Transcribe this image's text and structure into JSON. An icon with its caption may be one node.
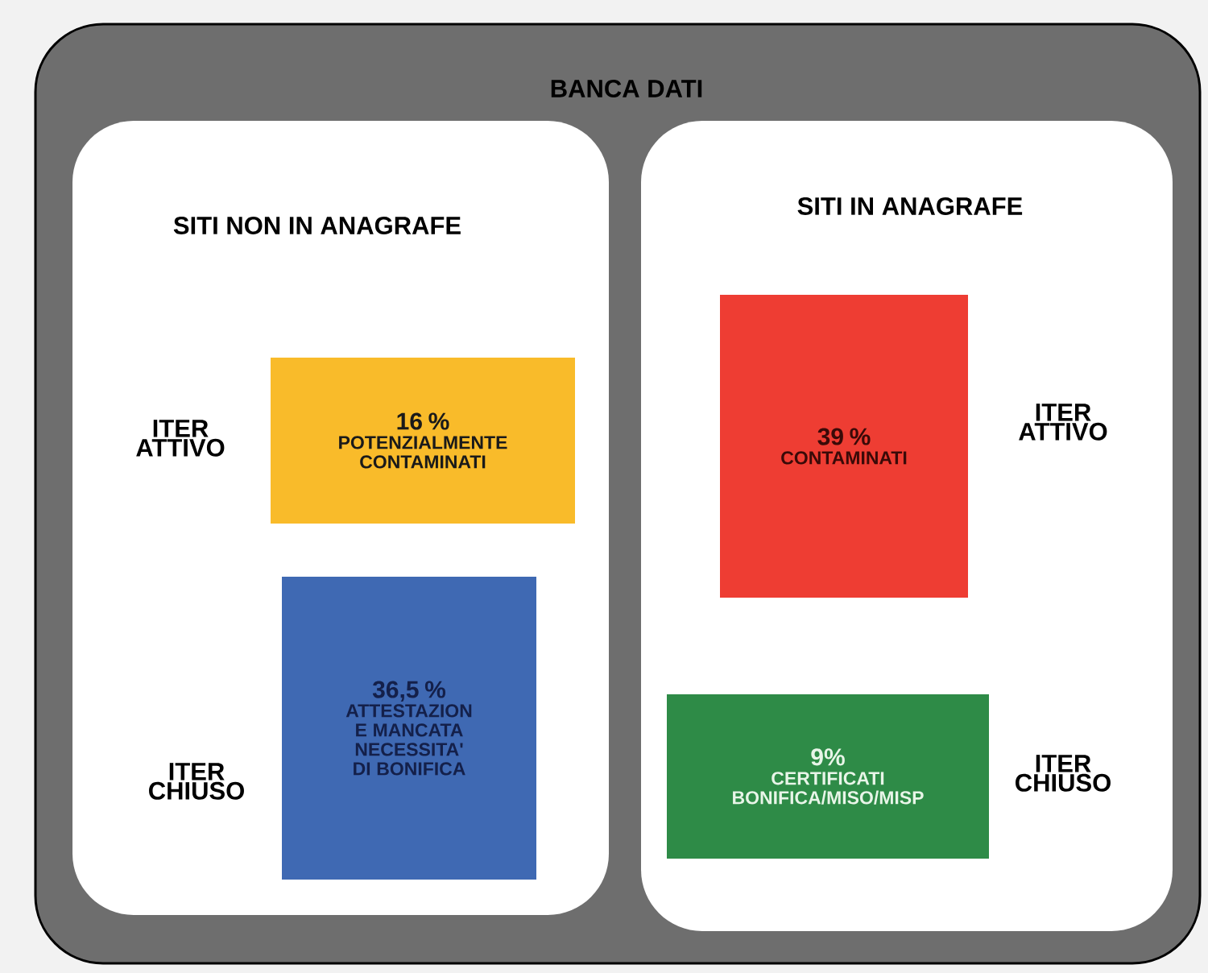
{
  "diagram": {
    "nodes": [
      {
        "text": [
          "BANCA DATI"
        ]
      },
      {
        "text": [
          "SITI NON IN ANAGRAFE"
        ],
        "in": 0
      },
      {
        "text": [
          "16 %",
          "POTENZIALMENTE CONTAMINATI"
        ],
        "in": 1
      },
      {
        "text": [
          "36,5 %",
          "ATTESTAZION E MANCATA NECESSITA' DI BONIFICA"
        ],
        "in": 1
      },
      {
        "text": [
          "SITI IN ANAGRAFE"
        ],
        "in": 0
      },
      {
        "text": [
          "39 %",
          "CONTAMINATI"
        ],
        "in": 4
      },
      {
        "text": [
          "9%",
          "CERTIFICATI BONIFICA/MISO/MISP"
        ],
        "in": 4
      }
    ],
    "labels": [
      "ITER ATTIVO",
      "ITER ATTIVO",
      "ITER CHIUSO",
      "ITER CHIUSO"
    ]
  }
}
